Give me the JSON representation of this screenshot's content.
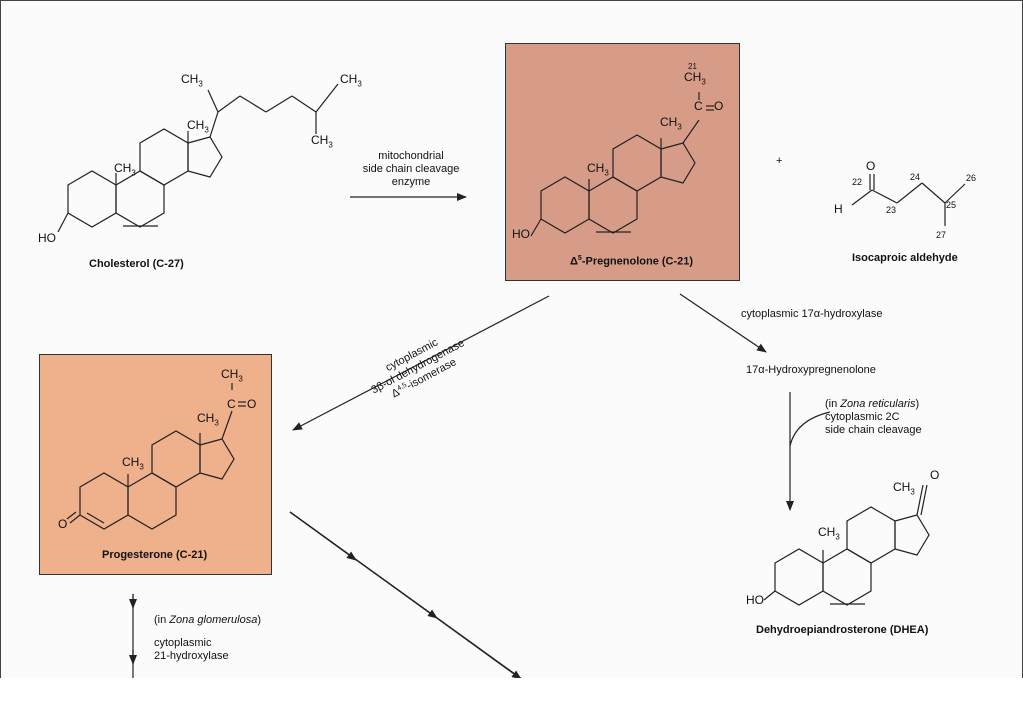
{
  "colors": {
    "pregnenolone_box": "#d79c88",
    "progesterone_box": "#efb08c",
    "line": "#222222"
  },
  "compounds": {
    "cholesterol": "Cholesterol (C-27)",
    "pregnenolone_prefix": "Δ",
    "pregnenolone_sup": "5",
    "pregnenolone_rest": "-Pregnenolone (C-21)",
    "isocaproic": "Isocaproic aldehyde",
    "progesterone": "Progesterone (C-21)",
    "hydroxypregnenolone": "17α-Hydroxypregnenolone",
    "dhea": "Dehydroepiandrosterone (DHEA)"
  },
  "enzymes": {
    "sccl1": "mitochondrial",
    "sccl2": "side chain cleavage",
    "sccl3": "enzyme",
    "plus": "+",
    "hydroxylase17": "cytoplasmic 17α-hydroxylase",
    "reticularis_pre": "(in ",
    "reticularis_it": "Zona reticularis",
    "reticularis_post": ")",
    "lyase1": "cytoplasmic 2C",
    "lyase2": "side chain cleavage",
    "hsd1": "cytoplasmic",
    "hsd2": "3β-ol dehydrogenase",
    "hsd3_pre": "Δ",
    "hsd3_sup": "4,5",
    "hsd3_post": "-isomerase",
    "glom_pre": "(in ",
    "glom_it": "Zona glomerulosa",
    "glom_post": ")",
    "hydroxylase21_1": "cytoplasmic",
    "hydroxylase21_2": "21-hydroxylase"
  },
  "atoms": {
    "ch3": "CH",
    "three": "3",
    "ho": "HO",
    "o": "O",
    "c": "C",
    "h": "H",
    "n21": "21",
    "n22": "22",
    "n23": "23",
    "n24": "24",
    "n25": "25",
    "n26": "26",
    "n27": "27"
  }
}
